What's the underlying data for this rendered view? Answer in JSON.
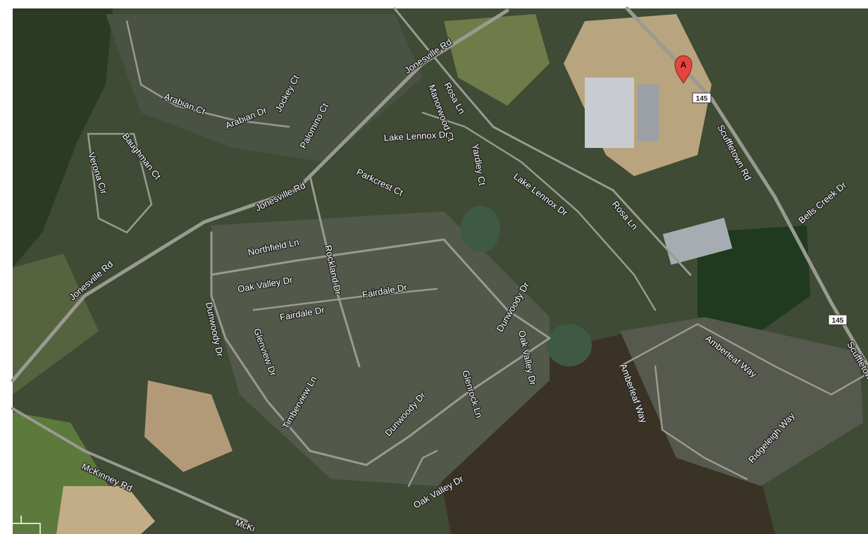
{
  "map": {
    "view": "satellite",
    "marker": {
      "letter": "A",
      "color": "#e2463f"
    },
    "shields": [
      {
        "id": "shield-145-top",
        "text": "145"
      },
      {
        "id": "shield-145-right",
        "text": "145"
      }
    ],
    "roads": [
      {
        "key": "jonesville_top",
        "text": "Jonesville Rd"
      },
      {
        "key": "jonesville_mid",
        "text": "Jonesville Rd"
      },
      {
        "key": "jonesville_left",
        "text": "Jonesville Rd"
      },
      {
        "key": "rosa_ln_top",
        "text": "Rosa Ln"
      },
      {
        "key": "rosa_ln_right",
        "text": "Rosa Ln"
      },
      {
        "key": "manorwood",
        "text": "Manorwood Ct"
      },
      {
        "key": "yardley",
        "text": "Yardley Ct"
      },
      {
        "key": "lake_lennox_1",
        "text": "Lake Lennox Dr"
      },
      {
        "key": "lake_lennox_2",
        "text": "Lake Lennox Dr"
      },
      {
        "key": "arabian_ct",
        "text": "Arabian Ct"
      },
      {
        "key": "arabian_dr",
        "text": "Arabian Dr"
      },
      {
        "key": "jockey",
        "text": "Jockey Ct"
      },
      {
        "key": "palomino",
        "text": "Palomino Ct"
      },
      {
        "key": "baughman",
        "text": "Baughman Ct"
      },
      {
        "key": "verona",
        "text": "Verona Cir"
      },
      {
        "key": "parkcrest",
        "text": "Parkcrest Ct"
      },
      {
        "key": "northfield",
        "text": "Northfield Ln"
      },
      {
        "key": "rockland",
        "text": "Rockland Dr"
      },
      {
        "key": "oak_valley_1",
        "text": "Oak Valley Dr"
      },
      {
        "key": "oak_valley_2",
        "text": "Oak Valley Dr"
      },
      {
        "key": "oak_valley_3",
        "text": "Oak Valley Dr"
      },
      {
        "key": "fairdale_1",
        "text": "Fairdale Dr"
      },
      {
        "key": "fairdale_2",
        "text": "Fairdale Dr"
      },
      {
        "key": "dunwoody_1",
        "text": "Dunwoody Dr"
      },
      {
        "key": "dunwoody_2",
        "text": "Dunwoody Dr"
      },
      {
        "key": "dunwoody_3",
        "text": "Dunwoody Dr"
      },
      {
        "key": "glenview",
        "text": "Glenview Dr"
      },
      {
        "key": "timberview",
        "text": "Timberview Ln"
      },
      {
        "key": "glenrock",
        "text": "Glenrock Ln"
      },
      {
        "key": "scuffletown_1",
        "text": "Scuffletown Rd"
      },
      {
        "key": "scuffletown_2",
        "text": "Scuffletow"
      },
      {
        "key": "bells_creek",
        "text": "Bells Creek Dr"
      },
      {
        "key": "amberleaf_1",
        "text": "Amberleaf Way"
      },
      {
        "key": "amberleaf_2",
        "text": "Amberleaf Way"
      },
      {
        "key": "ridgeleigh",
        "text": "Ridgeleigh Way"
      },
      {
        "key": "mckinney",
        "text": "McKinney Rd"
      },
      {
        "key": "mckinney_2",
        "text": "McKi"
      }
    ],
    "colors": {
      "forest": "#2a3a1e",
      "suburb": "#4f5a46",
      "field": "#6e7d4a",
      "dirt": "#b7a27d",
      "road": "#9a9a90",
      "pond": "#3e5a44"
    }
  }
}
